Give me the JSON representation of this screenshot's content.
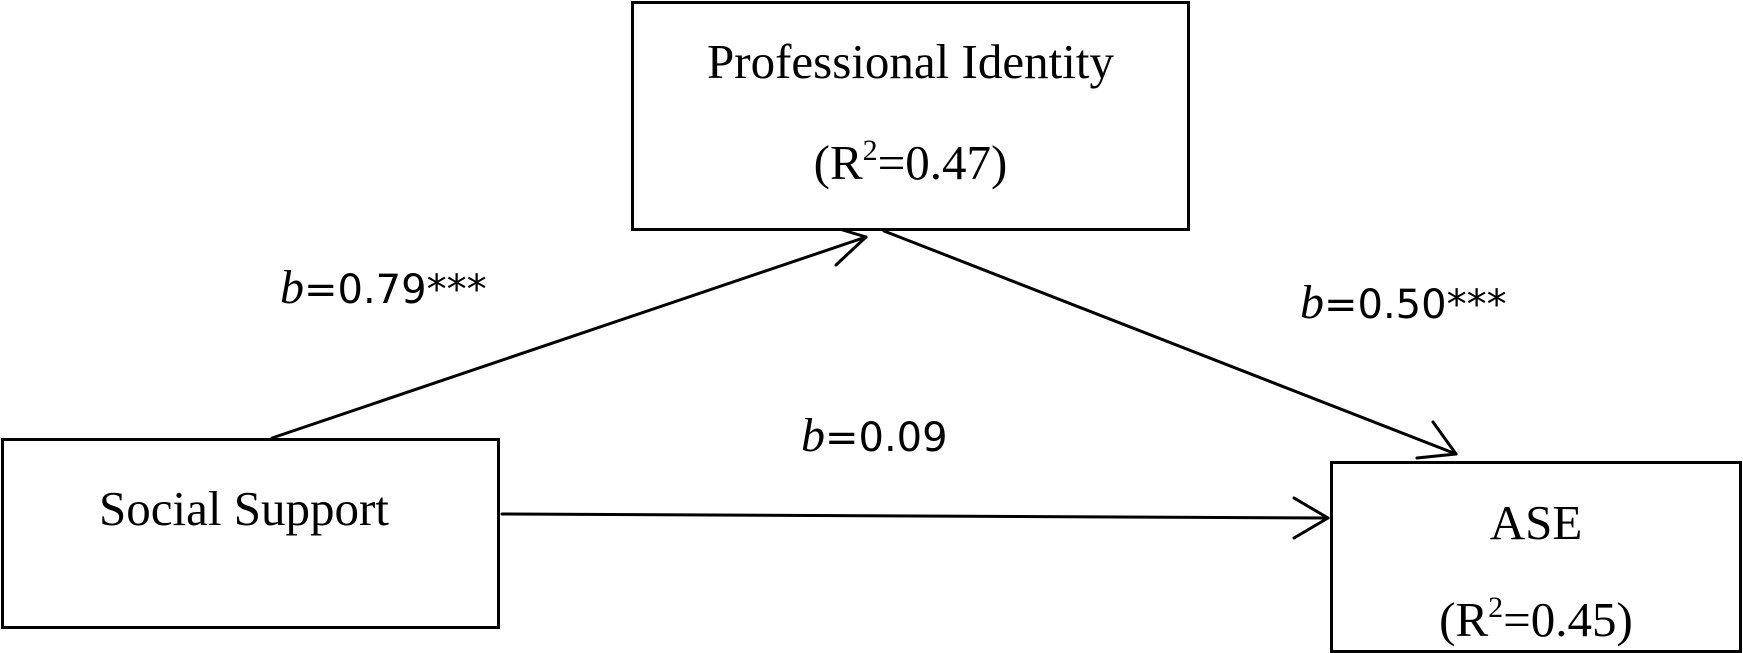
{
  "nodes": {
    "professional_identity": {
      "title": "Professional Identity",
      "r2_open": "(R",
      "r2_sup": "2",
      "r2_rest": "=0.47)"
    },
    "social_support": {
      "title": "Social Support"
    },
    "ase": {
      "title": "ASE",
      "r2_open": "(R",
      "r2_sup": "2",
      "r2_rest": "=0.45)"
    }
  },
  "paths": {
    "a": {
      "letter": "b",
      "value": "=0.79***"
    },
    "b": {
      "letter": "b",
      "value": "=0.50***"
    },
    "c": {
      "letter": "b",
      "value": "=0.09"
    }
  },
  "colors": {
    "stroke": "#000000",
    "background": "#ffffff"
  }
}
